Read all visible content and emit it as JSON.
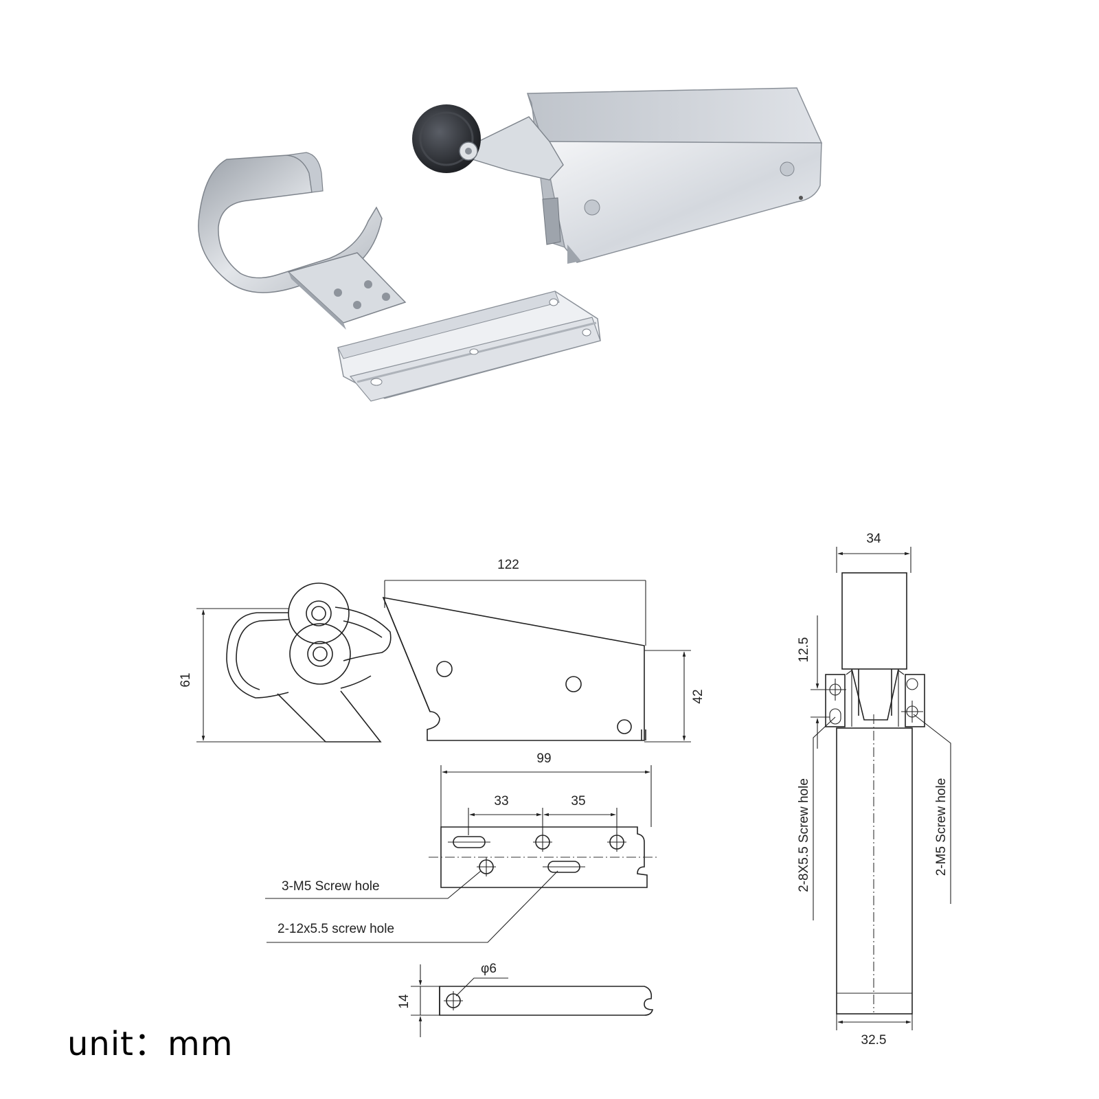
{
  "drawing": {
    "side_view": {
      "length": "122",
      "height": "61",
      "body_height": "42"
    },
    "bracket_view": {
      "length": "99",
      "hole_spacing_1": "33",
      "hole_spacing_2": "35",
      "callout_screw": "3-M5  Screw hole",
      "callout_slot": "2-12x5.5  screw hole"
    },
    "strip_view": {
      "height": "14",
      "hole": "φ6"
    },
    "end_view": {
      "top_width": "34",
      "bottom_width": "32.5",
      "offset": "12.5",
      "callout_left": "2-8X5.5  Screw hole",
      "callout_right": "2-M5  Screw hole"
    }
  },
  "unit_label": "unit：mm",
  "colors": {
    "chrome_light": "#eef0f3",
    "chrome_mid": "#c9ced6",
    "chrome_dark": "#8d939c",
    "roller": "#2b2e33",
    "line": "#222222"
  }
}
